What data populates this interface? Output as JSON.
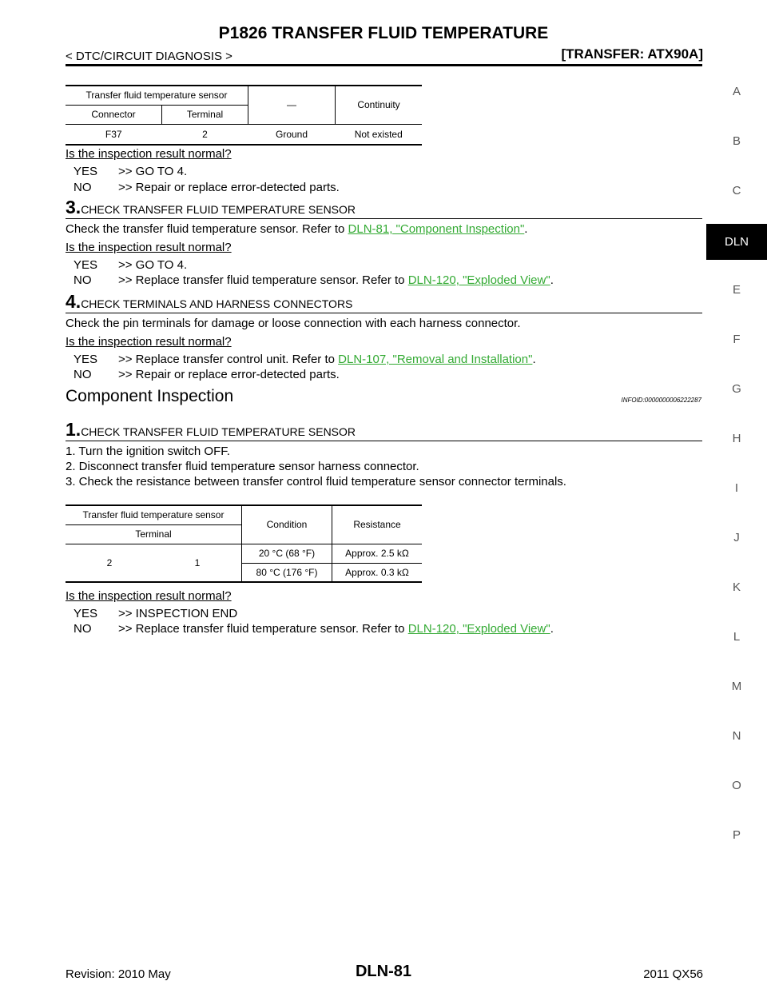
{
  "header": {
    "title": "P1826 TRANSFER FLUID TEMPERATURE",
    "breadcrumb": "< DTC/CIRCUIT DIAGNOSIS >",
    "section_tag": "[TRANSFER: ATX90A]"
  },
  "side_index": [
    "A",
    "B",
    "C",
    "DLN",
    "E",
    "F",
    "G",
    "H",
    "I",
    "J",
    "K",
    "L",
    "M",
    "N",
    "O",
    "P"
  ],
  "side_active": "DLN",
  "table1": {
    "group_header": "Transfer fluid temperature sensor",
    "col_connector": "Connector",
    "col_terminal": "Terminal",
    "col_dash": "—",
    "col_continuity": "Continuity",
    "row": {
      "connector": "F37",
      "terminal": "2",
      "dash": "Ground",
      "continuity": "Not existed"
    }
  },
  "q_label": "Is the inspection result normal?",
  "yes": "YES",
  "no": "NO",
  "step2_answers": {
    "yes": ">> GO TO 4.",
    "no": ">> Repair or replace error-detected parts."
  },
  "step3": {
    "num": "3.",
    "title": "CHECK TRANSFER FLUID TEMPERATURE SENSOR",
    "text": "Check the transfer fluid temperature sensor. Refer to ",
    "link": "DLN-81, \"Component Inspection\"",
    "yes": ">> GO TO 4.",
    "no": ">> Replace transfer fluid temperature sensor. Refer to ",
    "no_link": "DLN-120, \"Exploded View\""
  },
  "step4": {
    "num": "4.",
    "title": "CHECK TERMINALS AND HARNESS CONNECTORS",
    "text": "Check the pin terminals for damage or loose connection with each harness connector.",
    "yes": ">> Replace transfer control unit. Refer to ",
    "yes_link": "DLN-107, \"Removal and Installation\"",
    "no": ">> Repair or replace error-detected parts."
  },
  "section": {
    "title": "Component Inspection",
    "infoid": "INFOID:0000000006222287"
  },
  "ci_step1": {
    "num": "1.",
    "title": "CHECK TRANSFER FLUID TEMPERATURE SENSOR",
    "items": [
      "1. Turn the ignition switch OFF.",
      "2. Disconnect transfer fluid temperature sensor harness connector.",
      "3. Check the resistance between transfer control fluid temperature sensor connector terminals."
    ],
    "yes": ">> INSPECTION END",
    "no": ">> Replace transfer fluid temperature sensor. Refer to ",
    "no_link": "DLN-120, \"Exploded View\""
  },
  "table2": {
    "group_header": "Transfer fluid temperature sensor",
    "col_terminal": "Terminal",
    "col_condition": "Condition",
    "col_resistance": "Resistance",
    "term_a": "2",
    "term_b": "1",
    "rows": [
      {
        "condition": "20 °C (68 °F)",
        "resistance": "Approx. 2.5 kΩ"
      },
      {
        "condition": "80 °C (176 °F)",
        "resistance": "Approx. 0.3 kΩ"
      }
    ]
  },
  "period": ".",
  "footer": {
    "revision": "Revision: 2010 May",
    "page": "DLN-81",
    "model": "2011 QX56"
  }
}
